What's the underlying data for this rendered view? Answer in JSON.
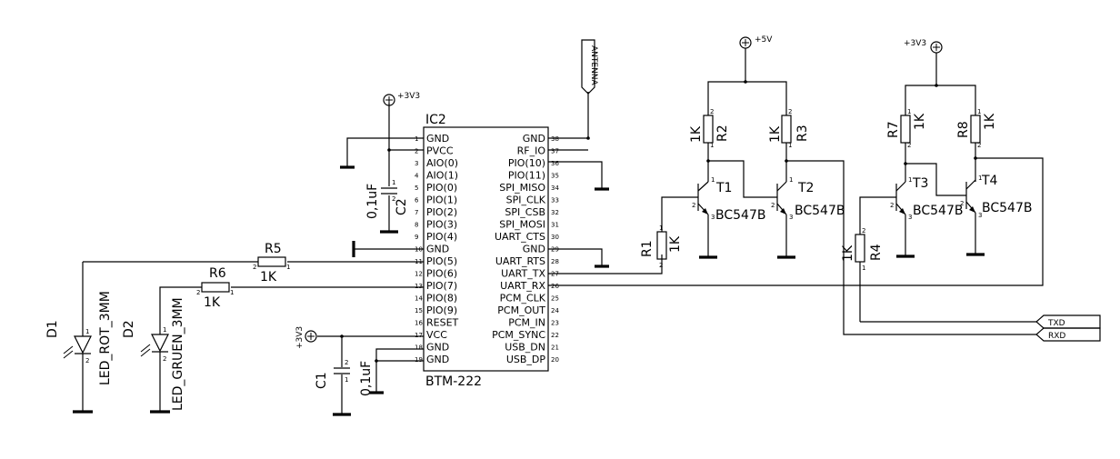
{
  "ic": {
    "name": "IC2",
    "value": "BTM-222",
    "left_pins": [
      {
        "label": "GND",
        "num": "1"
      },
      {
        "label": "PVCC",
        "num": "2"
      },
      {
        "label": "AIO(0)",
        "num": "3"
      },
      {
        "label": "AIO(1)",
        "num": "4"
      },
      {
        "label": "PIO(0)",
        "num": "5"
      },
      {
        "label": "PIO(1)",
        "num": "6"
      },
      {
        "label": "PIO(2)",
        "num": "7"
      },
      {
        "label": "PIO(3)",
        "num": "8"
      },
      {
        "label": "PIO(4)",
        "num": "9"
      },
      {
        "label": "GND",
        "num": "10"
      },
      {
        "label": "PIO(5)",
        "num": "11"
      },
      {
        "label": "PIO(6)",
        "num": "12"
      },
      {
        "label": "PIO(7)",
        "num": "13"
      },
      {
        "label": "PIO(8)",
        "num": "14"
      },
      {
        "label": "PIO(9)",
        "num": "15"
      },
      {
        "label": "RESET",
        "num": "16"
      },
      {
        "label": "VCC",
        "num": "17"
      },
      {
        "label": "GND",
        "num": "18"
      },
      {
        "label": "GND",
        "num": "19"
      }
    ],
    "right_pins": [
      {
        "label": "GND",
        "num": "38"
      },
      {
        "label": "RF_IO",
        "num": "37"
      },
      {
        "label": "PIO(10)",
        "num": "36"
      },
      {
        "label": "PIO(11)",
        "num": "35"
      },
      {
        "label": "SPI_MISO",
        "num": "34"
      },
      {
        "label": "SPI_CLK",
        "num": "33"
      },
      {
        "label": "SPI_CSB",
        "num": "32"
      },
      {
        "label": "SPI_MOSI",
        "num": "31"
      },
      {
        "label": "UART_CTS",
        "num": "30"
      },
      {
        "label": "GND",
        "num": "29"
      },
      {
        "label": "UART_RTS",
        "num": "28"
      },
      {
        "label": "UART_TX",
        "num": "27"
      },
      {
        "label": "UART_RX",
        "num": "26"
      },
      {
        "label": "PCM_CLK",
        "num": "25"
      },
      {
        "label": "PCM_OUT",
        "num": "24"
      },
      {
        "label": "PCM_IN",
        "num": "23"
      },
      {
        "label": "PCM_SYNC",
        "num": "22"
      },
      {
        "label": "USB_DN",
        "num": "21"
      },
      {
        "label": "USB_DP",
        "num": "20"
      }
    ]
  },
  "supplies": {
    "v5": "+5V",
    "v3a": "+3V3",
    "v3b": "+3V3",
    "v3c": "+3V3"
  },
  "antenna": "ANTENNA",
  "capacitors": {
    "c1": {
      "name": "C1",
      "value": "0,1uF"
    },
    "c2": {
      "name": "C2",
      "value": "0,1uF"
    }
  },
  "resistors": {
    "r1": {
      "name": "R1",
      "value": "1K"
    },
    "r2": {
      "name": "R2",
      "value": "1K"
    },
    "r3": {
      "name": "R3",
      "value": "1K"
    },
    "r4": {
      "name": "R4",
      "value": "1K"
    },
    "r5": {
      "name": "R5",
      "value": "1K"
    },
    "r6": {
      "name": "R6",
      "value": "1K"
    },
    "r7": {
      "name": "R7",
      "value": "1K"
    },
    "r8": {
      "name": "R8",
      "value": "1K"
    }
  },
  "transistors": {
    "t1": {
      "name": "T1",
      "value": "BC547B"
    },
    "t2": {
      "name": "T2",
      "value": "BC547B"
    },
    "t3": {
      "name": "T3",
      "value": "BC547B"
    },
    "t4": {
      "name": "T4",
      "value": "BC547B"
    }
  },
  "leds": {
    "d1": {
      "name": "D1",
      "value": "LED_ROT_3MM"
    },
    "d2": {
      "name": "D2",
      "value": "LED_GRUEN_3MM"
    }
  },
  "connectors": {
    "txd": "TXD",
    "rxd": "RXD"
  }
}
